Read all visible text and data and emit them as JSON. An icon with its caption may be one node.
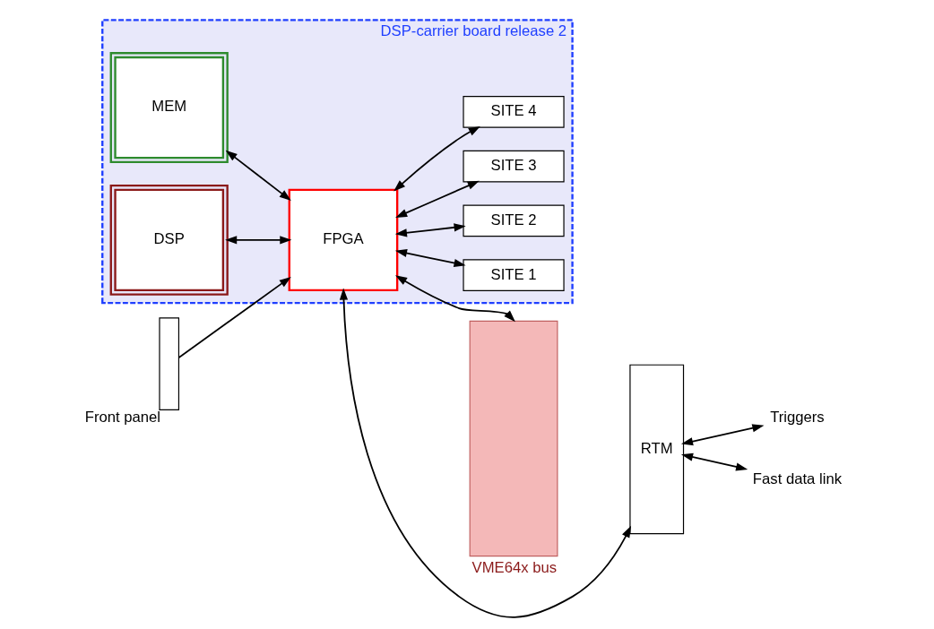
{
  "diagram": {
    "nodes": [
      {
        "text": [
          "DSP-carrier board release 2"
        ]
      },
      {
        "text": [],
        "shape": "box",
        "beside": [
          "Front panel"
        ]
      },
      {
        "text": [
          "MEM"
        ],
        "in": 0
      },
      {
        "text": [
          "DSP"
        ],
        "in": 0
      },
      {
        "text": [
          "FPGA"
        ],
        "in": 0
      },
      {
        "text": [
          "SITE 1"
        ],
        "in": 0
      },
      {
        "text": [
          "SITE 2"
        ],
        "in": 0
      },
      {
        "text": [
          "SITE 3"
        ],
        "in": 0
      },
      {
        "text": [
          "SITE 4"
        ],
        "in": 0
      },
      {
        "text": [],
        "shape": "bar",
        "beside": [
          "VME64x bus"
        ]
      },
      {
        "text": [
          "RTM"
        ]
      },
      {
        "text": [
          "Triggers"
        ]
      },
      {
        "text": [
          "Fast data link"
        ]
      }
    ],
    "edges": [
      {
        "from": 1,
        "to": 4,
        "arrow": "to"
      },
      {
        "from": 2,
        "to": 4,
        "arrow": "both"
      },
      {
        "from": 3,
        "to": 4,
        "arrow": "both"
      },
      {
        "from": 4,
        "to": 5,
        "arrow": "both"
      },
      {
        "from": 4,
        "to": 6,
        "arrow": "both"
      },
      {
        "from": 4,
        "to": 7,
        "arrow": "both"
      },
      {
        "from": 4,
        "to": 8,
        "arrow": "both"
      },
      {
        "from": 4,
        "to": 9,
        "arrow": "both"
      },
      {
        "from": 4,
        "to": 10,
        "arrow": "both"
      },
      {
        "from": 10,
        "to": 11,
        "arrow": "both"
      },
      {
        "from": 10,
        "to": 12,
        "arrow": "both"
      }
    ]
  }
}
